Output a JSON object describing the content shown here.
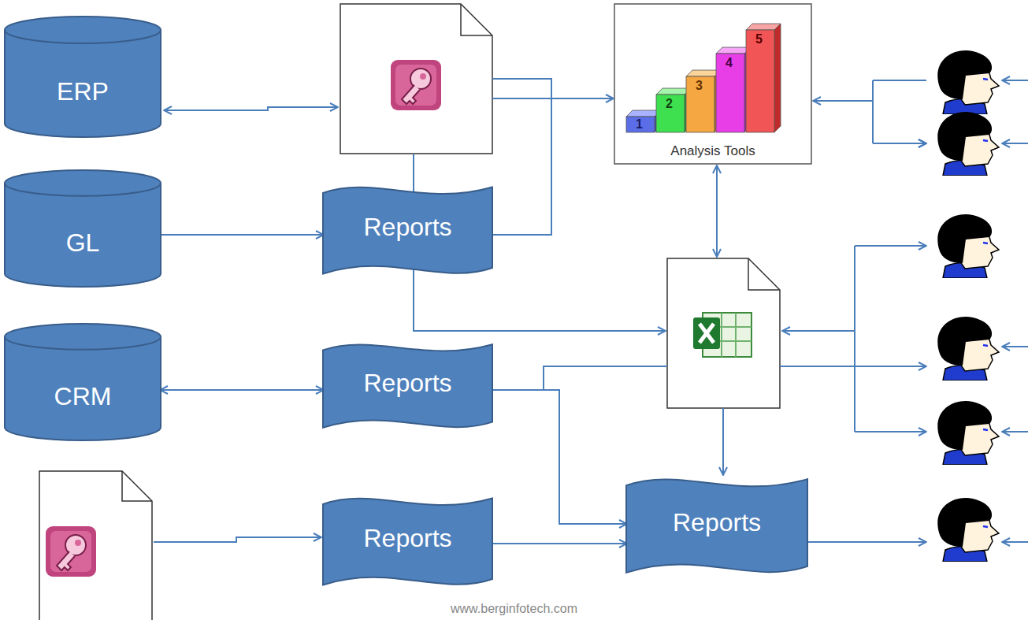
{
  "diagram": {
    "nodes": [
      {
        "text": [
          "ERP"
        ]
      },
      {
        "text": [
          "Analysis Tools"
        ]
      },
      {
        "text": [
          "GL"
        ]
      },
      {
        "text": [
          "Reports"
        ]
      },
      {
        "text": [
          "CRM"
        ]
      },
      {
        "text": [
          "Reports"
        ]
      },
      {
        "text": [
          "Reports"
        ]
      },
      {
        "text": [
          "Reports"
        ]
      }
    ],
    "edges": [
      {
        "from": 2,
        "to": 3,
        "arrow": "to"
      },
      {
        "from": 3,
        "to": 1,
        "arrow": "to"
      },
      {
        "from": 4,
        "to": 5,
        "arrow": "both"
      },
      {
        "from": 5,
        "to": 7,
        "arrow": "to"
      },
      {
        "from": 6,
        "to": 7,
        "arrow": "to"
      }
    ],
    "labels": [
      "1",
      "2",
      "3",
      "4",
      "5",
      "www.berginfotech.com"
    ]
  }
}
